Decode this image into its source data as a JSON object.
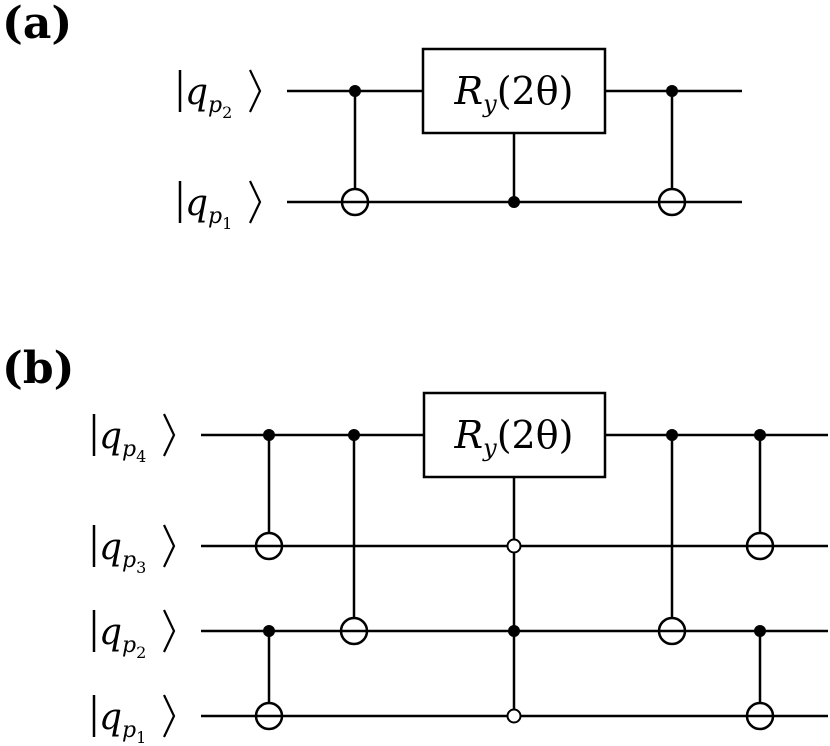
{
  "panels": [
    {
      "label": "(a)",
      "qubits": [
        {
          "letter": "q",
          "sub": "p",
          "subsub": "2"
        },
        {
          "letter": "q",
          "sub": "p",
          "subsub": "1"
        }
      ],
      "gate": {
        "symbol": "R",
        "sub": "y",
        "arg": "(2θ)"
      }
    },
    {
      "label": "(b)",
      "qubits": [
        {
          "letter": "q",
          "sub": "p",
          "subsub": "4"
        },
        {
          "letter": "q",
          "sub": "p",
          "subsub": "3"
        },
        {
          "letter": "q",
          "sub": "p",
          "subsub": "2"
        },
        {
          "letter": "q",
          "sub": "p",
          "subsub": "1"
        }
      ],
      "gate": {
        "symbol": "R",
        "sub": "y",
        "arg": "(2θ)"
      }
    }
  ]
}
